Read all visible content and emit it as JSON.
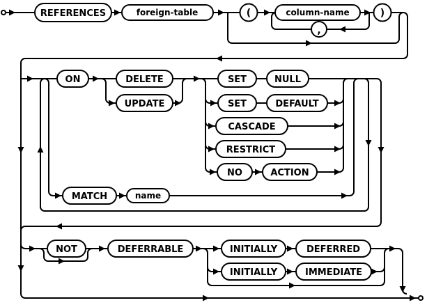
{
  "diagram": {
    "type": "railroad-syntax-diagram",
    "subject": "SQL REFERENCES (foreign key) clause",
    "colors": {
      "line": "#000000",
      "background": "#ffffff",
      "box_fill": "#ffffff"
    },
    "nodes": {
      "references": "REFERENCES",
      "foreign_table": "foreign-table",
      "lparen": "(",
      "column_name": "column-name",
      "comma": ",",
      "rparen": ")",
      "on": "ON",
      "delete": "DELETE",
      "update": "UPDATE",
      "set_1": "SET",
      "null": "NULL",
      "set_2": "SET",
      "default": "DEFAULT",
      "cascade": "CASCADE",
      "restrict": "RESTRICT",
      "no": "NO",
      "action": "ACTION",
      "match": "MATCH",
      "name": "name",
      "not": "NOT",
      "deferrable": "DEFERRABLE",
      "initially_1": "INITIALLY",
      "deferred": "DEFERRED",
      "initially_2": "INITIALLY",
      "immediate": "IMMEDIATE"
    }
  }
}
